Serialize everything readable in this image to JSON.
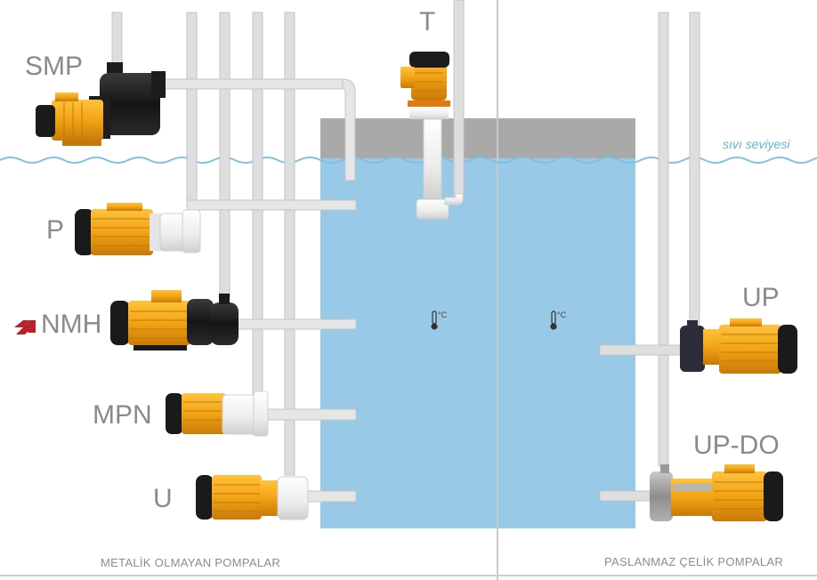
{
  "labels": {
    "smp": "SMP",
    "p": "P",
    "nmh": "NMH",
    "mpn": "MPN",
    "u": "U",
    "t": "T",
    "up": "UP",
    "up_do": "UP-DO"
  },
  "liquid_level_label": "sıvı seviyesi",
  "temperature_unit": "°C",
  "footer": {
    "left": "METALİK OLMAYAN POMPALAR",
    "right": "PASLANMAZ ÇELİK POMPALAR"
  },
  "colors": {
    "tank_water": "#98c9e6",
    "tank_top": "#a9a9a9",
    "pipe": "#dedede",
    "pipe_edge": "#c4c4c4",
    "wave": "#7fc0e3",
    "motor_orange": "#f2a416",
    "motor_black": "#1c1c1c",
    "pump_white": "#f2f2f2",
    "steel": "#9a9a9a",
    "nmh_badge": "#b8232a"
  },
  "icons": [
    "thermometer-icon",
    "nmh-logo-icon"
  ]
}
